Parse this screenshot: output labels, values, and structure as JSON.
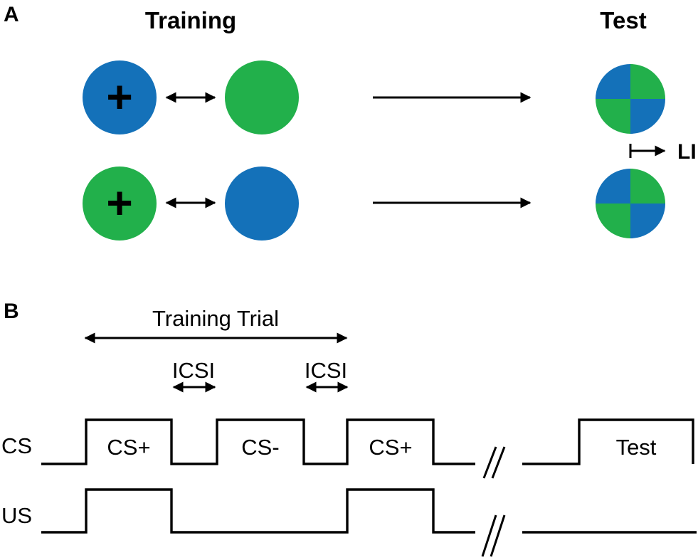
{
  "colors": {
    "blue": "#1471b9",
    "green": "#22b04b",
    "ink": "#000000"
  },
  "panel_a": {
    "letter": "A",
    "training_heading": "Training",
    "test_heading": "Test",
    "rows": [
      {
        "reinforced_stimulus": "blue",
        "paired_stimulus": "green",
        "plus_mark": "+"
      },
      {
        "reinforced_stimulus": "green",
        "paired_stimulus": "blue",
        "plus_mark": "+"
      }
    ],
    "test_stimulus": "blue-green quadrant disc",
    "index_label": "LI"
  },
  "panel_b": {
    "letter": "B",
    "trial_label": "Training Trial",
    "interval_labels": [
      "ICSI",
      "ICSI"
    ],
    "row_labels": {
      "cs": "CS",
      "us": "US"
    },
    "cs_pulses": [
      "CS+",
      "CS-",
      "CS+",
      "Test"
    ],
    "us_pulses": 2,
    "break_mark": "//"
  }
}
